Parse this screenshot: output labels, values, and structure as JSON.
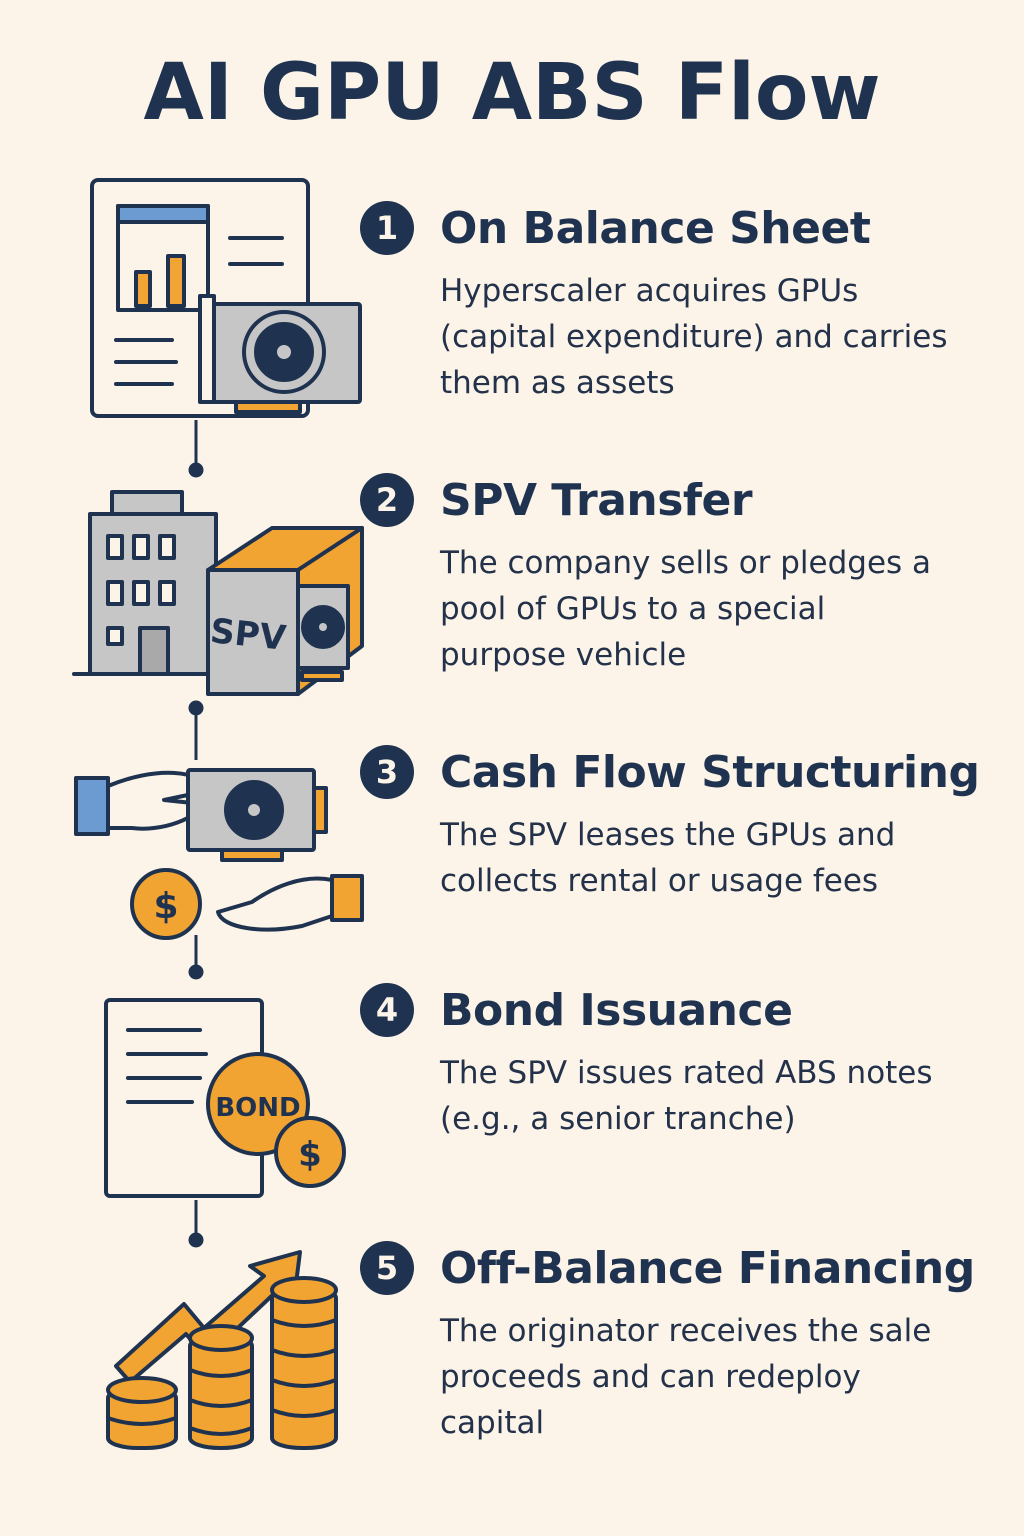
{
  "title": "AI GPU ABS Flow",
  "colors": {
    "navy": "#1f3350",
    "orange": "#f2a432",
    "gray": "#c6c6c6",
    "blue": "#6b9bd1",
    "background": "#fcf4e8"
  },
  "steps": [
    {
      "number": "1",
      "title": "On Balance Sheet",
      "description": "Hyperscaler acquires GPUs (capital expenditure) and carries them as assets",
      "icon": "balance-sheet-gpu-icon"
    },
    {
      "number": "2",
      "title": "SPV Transfer",
      "description": "The company sells or pledges a pool of GPUs to a special purpose vehicle",
      "icon": "building-spv-box-icon",
      "icon_label": "SPV"
    },
    {
      "number": "3",
      "title": "Cash Flow Structuring",
      "description": "The SPV leases the GPUs and collects rental or usage fees",
      "icon": "lease-cash-exchange-icon",
      "icon_label": "$"
    },
    {
      "number": "4",
      "title": "Bond Issuance",
      "description": "The SPV issues rated ABS notes (e.g., a senior tranche)",
      "icon": "bond-document-icon",
      "icon_label": "BOND",
      "icon_label_2": "$"
    },
    {
      "number": "5",
      "title": "Off-Balance Financing",
      "description": "The originator receives the sale proceeds and can redeploy capital",
      "icon": "growth-coins-icon"
    }
  ]
}
